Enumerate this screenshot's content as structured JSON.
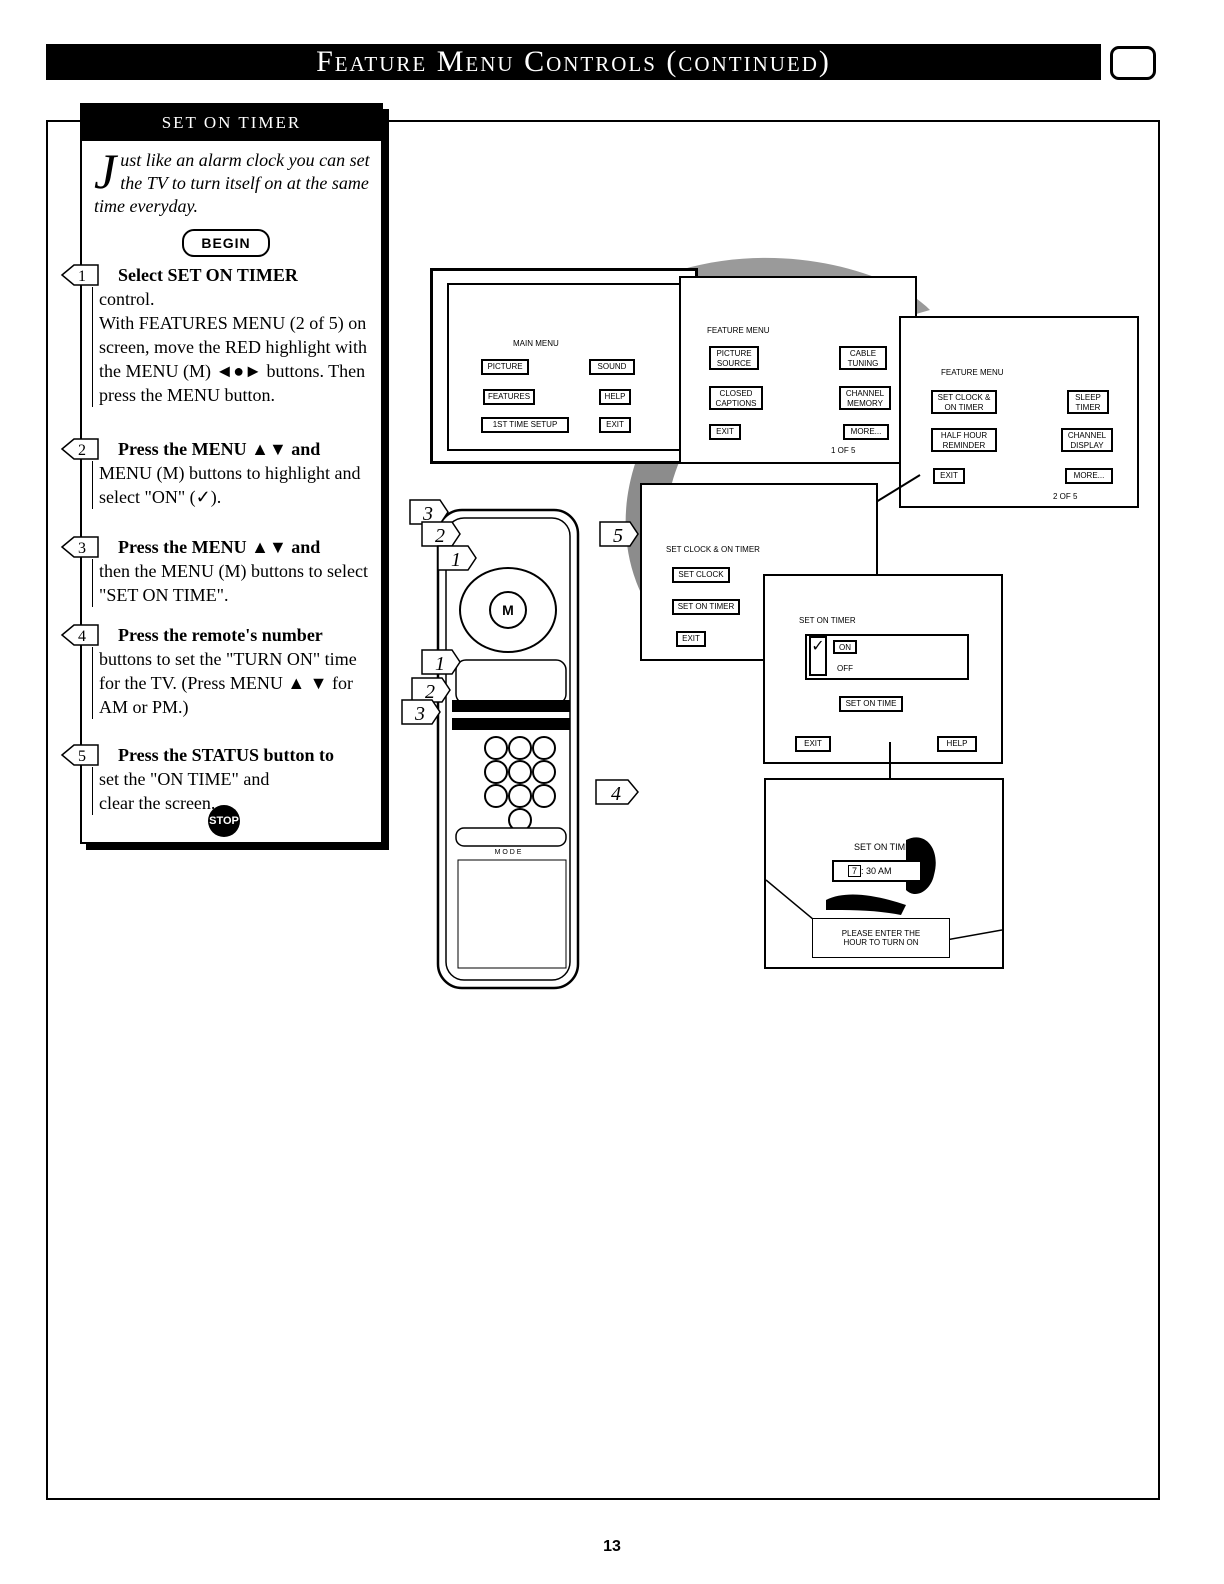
{
  "header": {
    "title": "Feature Menu Controls (continued)"
  },
  "panel": {
    "heading": "SET ON TIMER",
    "intro_dropcap": "J",
    "intro_text": "ust like an alarm clock you can set the TV to turn itself on at the same time everyday.",
    "begin_label": "BEGIN",
    "steps": [
      {
        "num": "1",
        "title": "Select SET ON TIMER",
        "body": "control.\nWith FEATURES MENU (2 of 5) on screen, move the RED highlight with the MENU (M) ◄●► buttons. Then press the MENU button."
      },
      {
        "num": "2",
        "title": "Press the MENU ▲▼ and",
        "body": "MENU (M) buttons to highlight and select \"ON\" (✓)."
      },
      {
        "num": "3",
        "title": "Press the MENU ▲▼ and",
        "body": "then the MENU (M) buttons to select \"SET ON TIME\"."
      },
      {
        "num": "4",
        "title": "Press the remote's number",
        "body": "buttons to set the \"TURN ON\" time for the TV. (Press MENU ▲ ▼ for AM or PM.)"
      },
      {
        "num": "5",
        "title": "Press the STATUS button to",
        "body": "set the \"ON TIME\" and clear the screen."
      }
    ],
    "stop_label": "STOP"
  },
  "main_menu": {
    "title": "MAIN MENU",
    "buttons": [
      "PICTURE",
      "SOUND",
      "FEATURES",
      "HELP",
      "1ST TIME SETUP",
      "EXIT"
    ]
  },
  "feature_menu_1": {
    "title": "FEATURE MENU",
    "buttons": [
      "PICTURE SOURCE",
      "CABLE TUNING",
      "CLOSED CAPTIONS",
      "CHANNEL MEMORY",
      "EXIT",
      "MORE..."
    ],
    "page": "1 OF 5"
  },
  "feature_menu_2": {
    "title": "FEATURE MENU",
    "buttons": [
      "SET CLOCK & ON TIMER",
      "SLEEP TIMER",
      "HALF HOUR REMINDER",
      "CHANNEL DISPLAY",
      "EXIT",
      "MORE..."
    ],
    "page": "2 OF 5"
  },
  "clock_menu": {
    "title": "SET CLOCK & ON TIMER",
    "buttons": [
      "SET CLOCK",
      "SET ON TIMER",
      "EXIT"
    ]
  },
  "on_timer_menu": {
    "title": "SET ON TIMER",
    "options": [
      "ON",
      "OFF"
    ],
    "set_time": "SET ON TIME",
    "exit": "EXIT",
    "help": "HELP"
  },
  "entry_screen": {
    "title": "SET ON TIME",
    "hour": "7",
    "time_rest": ": 30 AM",
    "prompt": "PLEASE ENTER THE HOUR TO TURN ON"
  },
  "remote": {
    "callouts": [
      "3",
      "2",
      "1",
      "5",
      "1",
      "2",
      "3",
      "4"
    ],
    "mode_label": "M O D E"
  },
  "footer": {
    "page_number": "13"
  }
}
